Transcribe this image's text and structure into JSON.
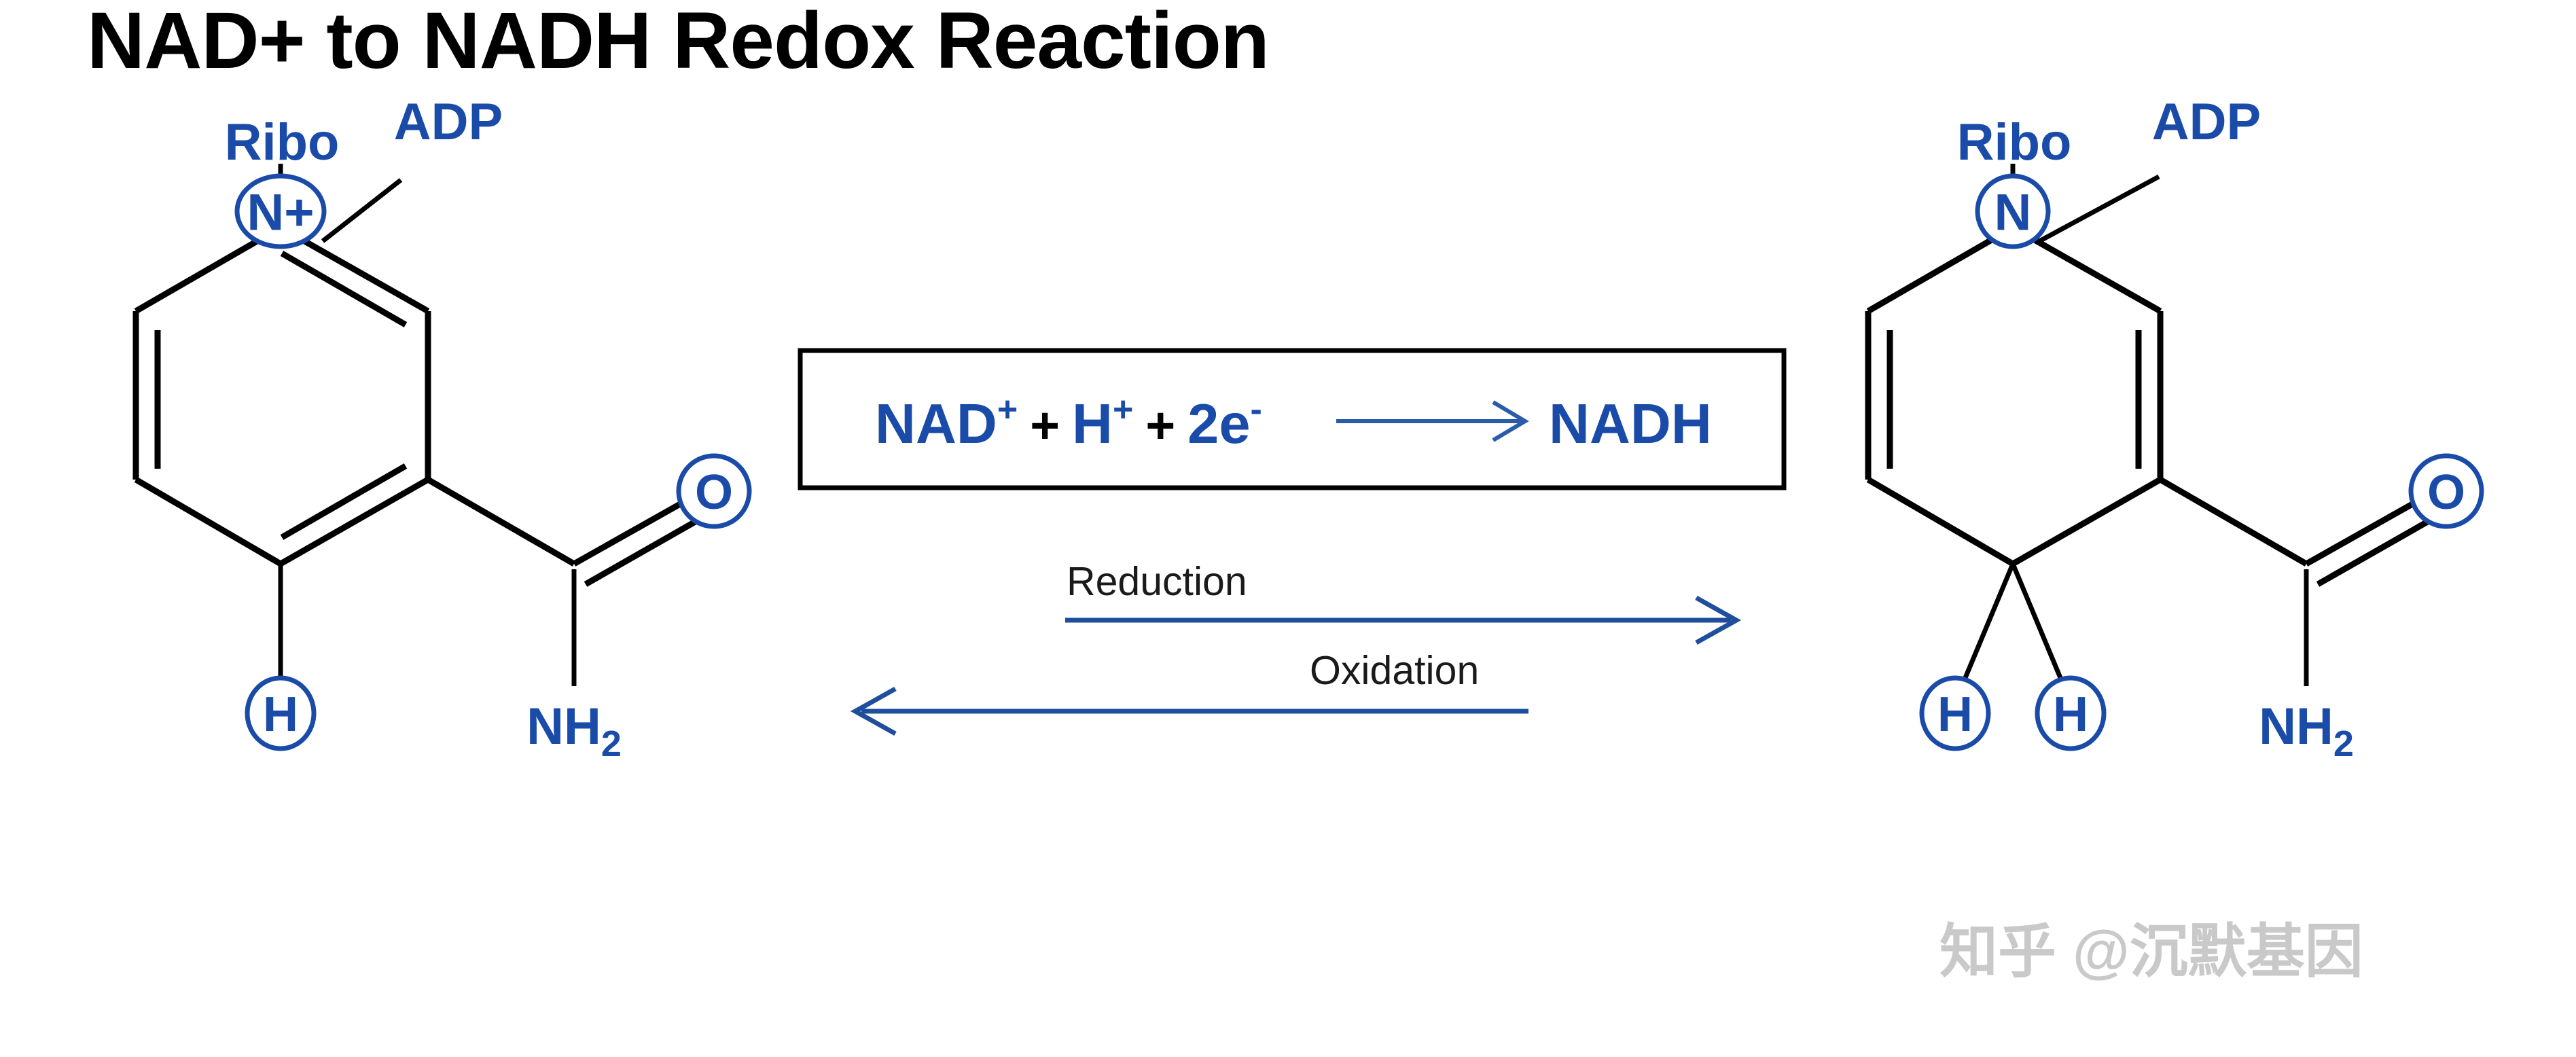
{
  "page": {
    "title": "NAD+ to NADH Redox Reaction",
    "background_color": "#ffffff",
    "accent_blue": "#1A4BA8",
    "arrow_blue": "#1F4E9C",
    "bond_black": "#000000",
    "watermark_gray": "#c9c9c9"
  },
  "watermark": {
    "text": "知乎 @沉默基因"
  },
  "left_molecule": {
    "name": "NAD+ (oxidized nicotinamide ring)",
    "adp_label": "ADP",
    "ribose_label": "Ribo",
    "nitrogen_label": "N+",
    "hydrogen_label": "H",
    "oxygen_label": "O",
    "amide_label": "NH",
    "amide_subscript": "2",
    "ring_double_bonds": 3,
    "c4_hydrogens": 1
  },
  "right_molecule": {
    "name": "NADH (reduced nicotinamide ring)",
    "adp_label": "ADP",
    "ribose_label": "Ribo",
    "nitrogen_label": "N",
    "hydrogen_label_1": "H",
    "hydrogen_label_2": "H",
    "oxygen_label": "O",
    "amide_label": "NH",
    "amide_subscript": "2",
    "ring_double_bonds": 2,
    "c4_hydrogens": 2
  },
  "equation": {
    "reactant_1": "NAD",
    "reactant_1_charge": "+",
    "plus_1": "+",
    "reactant_2": "H",
    "reactant_2_charge": "+",
    "plus_2": "+",
    "reactant_3": "2e",
    "reactant_3_charge": "-",
    "product": "NADH",
    "arrow": "⟶"
  },
  "reaction_arrows": {
    "forward_label": "Reduction",
    "reverse_label": "Oxidation",
    "forward_direction": "right",
    "reverse_direction": "left"
  }
}
